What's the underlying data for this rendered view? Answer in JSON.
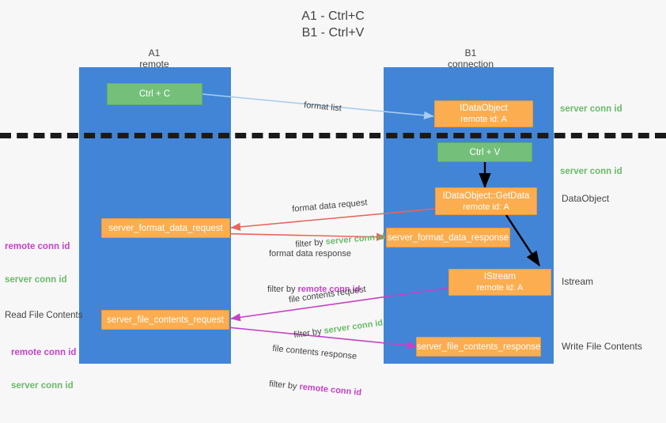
{
  "title": "A1 - Ctrl+C\nB1 - Ctrl+V",
  "columns": {
    "a": {
      "name": "A1",
      "sub": "remote",
      "label": "A1\nremote"
    },
    "b": {
      "name": "B1",
      "sub": "connection",
      "label": "B1\nconnection"
    }
  },
  "colors": {
    "lane": "#4285d6",
    "green_node": "#74c07a",
    "orange_node": "#fbad4f",
    "server_conn_id": "#6aba6a",
    "remote_conn_id": "#c541c5",
    "text": "#434343",
    "divider": "#1a1a1a",
    "wire_blue": "#a8cdee",
    "wire_red": "#e8665a",
    "wire_magenta": "#c541c5",
    "wire_black": "#000000",
    "background": "#f7f7f7"
  },
  "nodes": {
    "ctrl_c": {
      "line1": "Ctrl + C",
      "line2": ""
    },
    "idataobject": {
      "line1": "IDataObject",
      "line2": "remote id: A"
    },
    "ctrl_v": {
      "line1": "Ctrl + V",
      "line2": ""
    },
    "getdata": {
      "line1": "IDataObject::GetData",
      "line2": "remote id: A"
    },
    "istream": {
      "line1": "IStream",
      "line2": "remote id: A"
    },
    "server_format_data_request": {
      "line1": "server_format_data_request",
      "line2": ""
    },
    "server_format_data_response": {
      "line1": "server_format_data_response",
      "line2": ""
    },
    "server_file_contents_request": {
      "line1": "server_file_contents_request",
      "line2": ""
    },
    "server_file_contents_response": {
      "line1": "server_file_contents_response",
      "line2": ""
    }
  },
  "edge_captions": {
    "format_list": "format list",
    "format_data_request": {
      "line1": "format data request",
      "prefix": "filter by ",
      "token": "server conn id"
    },
    "format_data_response": {
      "line1": "format data response",
      "prefix": "filter by ",
      "token": "remote conn id"
    },
    "file_contents_request": {
      "line1": "file contents request",
      "prefix": "filter by ",
      "token": "server conn id"
    },
    "file_contents_response": {
      "line1": "file contents response",
      "prefix": "filter by ",
      "token": "remote conn id"
    }
  },
  "right_labels": {
    "server_conn_id_top": "server conn id",
    "server_conn_id_mid": "server conn id",
    "dataobject": "DataObject",
    "istream": "Istream",
    "write_file_contents": "Write File Contents"
  },
  "left_labels": {
    "group1": {
      "remote": "remote conn id",
      "server": "server conn id"
    },
    "read_file_contents": "Read File Contents",
    "group2": {
      "remote": "remote conn id",
      "server": "server conn id"
    }
  }
}
